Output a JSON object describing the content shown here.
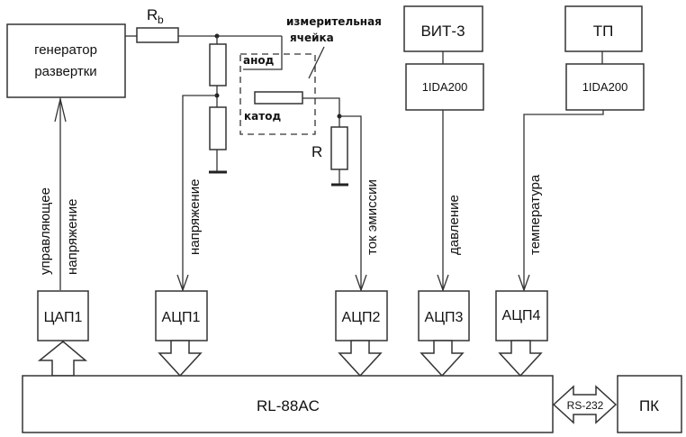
{
  "blocks": {
    "generator": [
      "генератор",
      "развертки"
    ],
    "vit3": "ВИТ-3",
    "tp": "ТП",
    "ida1": "1IDA200",
    "ida2": "1IDA200",
    "dac1": "ЦАП1",
    "adc1": "АЦП1",
    "adc2": "АЦП2",
    "adc3": "АЦП3",
    "adc4": "АЦП4",
    "controller": "RL-88AC",
    "pc": "ПК"
  },
  "labels": {
    "rb": "R",
    "rb_sub": "b",
    "r": "R",
    "cell": [
      "измерительная",
      "ячейка"
    ],
    "anode": "анод",
    "cathode": "катод",
    "control_voltage": [
      "управляющее",
      "напряжение"
    ],
    "voltage": "напряжение",
    "emission_current": "ток эмиссии",
    "pressure": "давление",
    "temperature": "температура",
    "interface": "RS-232"
  }
}
